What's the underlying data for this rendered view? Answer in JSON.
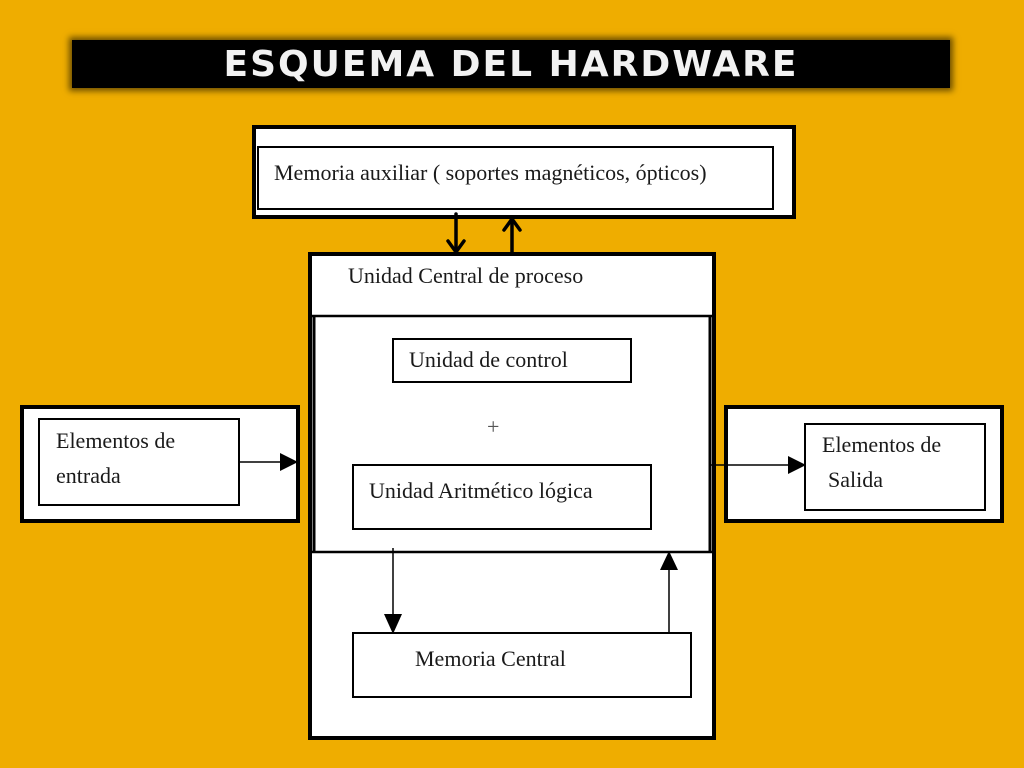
{
  "slide": {
    "title": "ESQUEMA DEL HARDWARE"
  },
  "diagram": {
    "memoria_auxiliar": "Memoria auxiliar ( soportes magnéticos, ópticos)",
    "unidad_central": "Unidad Central de proceso",
    "unidad_control": "Unidad de control",
    "plus": "+",
    "unidad_alu": "Unidad Aritmético lógica",
    "memoria_central": "Memoria Central",
    "entrada_line1": "Elementos de",
    "entrada_line2": "entrada",
    "salida_line1": "Elementos de",
    "salida_line2": "Salida"
  },
  "colors": {
    "background": "#efad00",
    "title_bar": "#000000",
    "title_text": "#f2f2f2",
    "box_fill": "#ffffff",
    "line": "#000000"
  }
}
